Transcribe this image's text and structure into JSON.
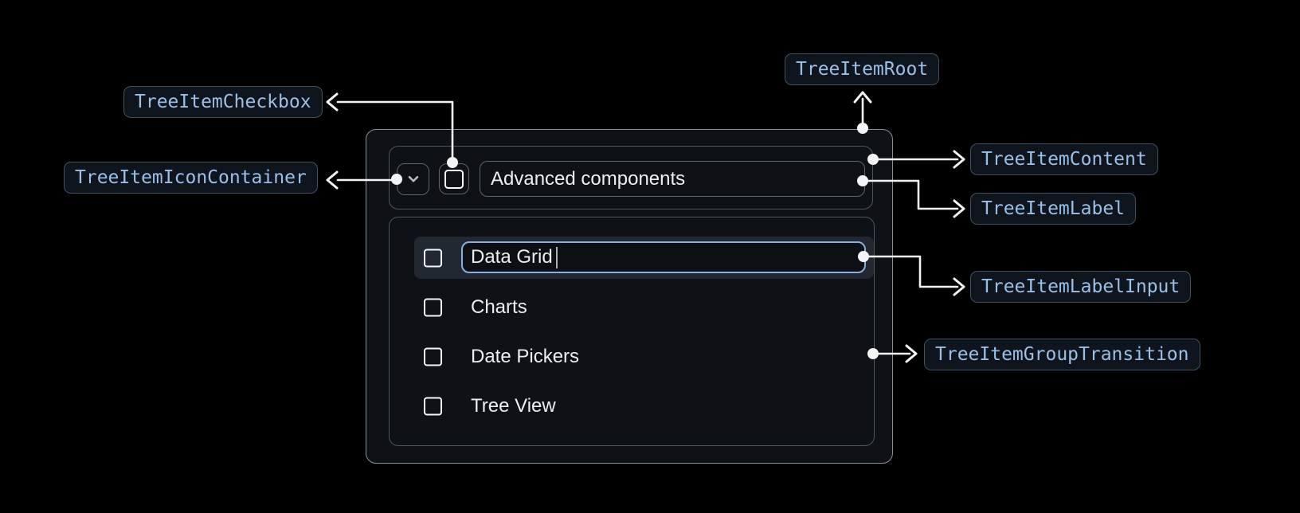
{
  "diagram": {
    "badges": {
      "root": "TreeItemRoot",
      "checkbox": "TreeItemCheckbox",
      "icon_container": "TreeItemIconContainer",
      "content": "TreeItemContent",
      "label": "TreeItemLabel",
      "label_input": "TreeItemLabelInput",
      "group_transition": "TreeItemGroupTransition"
    }
  },
  "tree": {
    "parent": {
      "label": "Advanced components",
      "expanded": true,
      "checkbox_checked": false
    },
    "label_input": {
      "value": "Data Grid"
    },
    "children": [
      {
        "label": "Data Grid",
        "editing": true,
        "checkbox_checked": false
      },
      {
        "label": "Charts",
        "editing": false,
        "checkbox_checked": false
      },
      {
        "label": "Date Pickers",
        "editing": false,
        "checkbox_checked": false
      },
      {
        "label": "Tree View",
        "editing": false,
        "checkbox_checked": false
      }
    ]
  },
  "icons": {
    "expand_icon": "chevron-down-icon",
    "checkbox_icon": "checkbox-unchecked-icon"
  },
  "colors": {
    "page_bg": "#000000",
    "card_bg": "#0e1115",
    "card_border": "#8b9198",
    "section_border": "#50565d",
    "control_border": "#5d646b",
    "text_primary": "#eceef0",
    "icon_color": "#b8bdc3",
    "checkbox_color": "#f5f7f8",
    "row_highlight_bg": "#222831",
    "input_border": "#85b2dd",
    "input_bg": "#0c0f13",
    "caret_color": "#a9afb5",
    "badge_bg": "#0f151d",
    "badge_border": "#415062",
    "badge_text": "#9ac0e8",
    "connector_color": "#f2f4f6"
  }
}
